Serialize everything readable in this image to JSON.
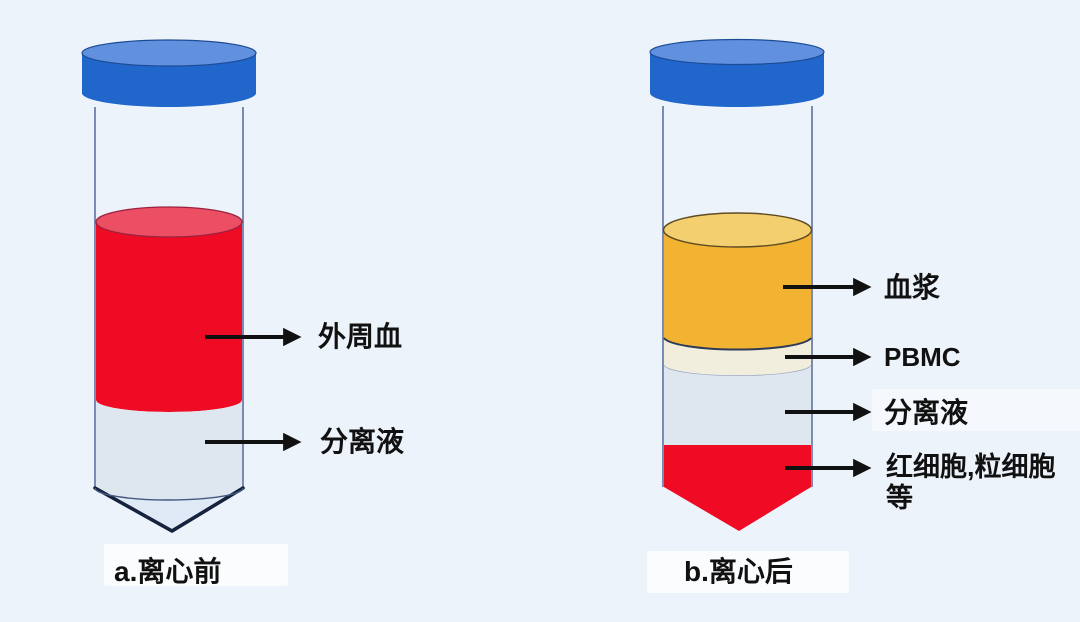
{
  "page": {
    "background": "#edf3fa",
    "text_color": "#111111",
    "arrow_color": "#111111"
  },
  "figure_a": {
    "caption": "a.离心前",
    "layers": [
      {
        "name": "peripheral-blood",
        "label": "外周血",
        "color": "#ee0b23"
      },
      {
        "name": "separation-medium",
        "label": "分离液",
        "color": "#dee6f0"
      }
    ],
    "colors": {
      "cap": "#2066cb",
      "cap_top": "#6191de",
      "blood_surface": "#ec4e64",
      "cone": "#e0eaf6"
    }
  },
  "figure_b": {
    "caption": "b.离心后",
    "layers": [
      {
        "name": "plasma",
        "label": "血浆",
        "color": "#f2b232"
      },
      {
        "name": "pbmc",
        "label": "PBMC",
        "color": "#f1eedd"
      },
      {
        "name": "separation-medium",
        "label": "分离液",
        "color": "#dee6f0"
      },
      {
        "name": "rbc-granulocytes",
        "label": "红细胞,粒细胞等",
        "color": "#ee0b23"
      }
    ],
    "colors": {
      "cap": "#2066cb",
      "cap_top": "#6191de",
      "plasma_surface": "#f3cf70"
    }
  }
}
